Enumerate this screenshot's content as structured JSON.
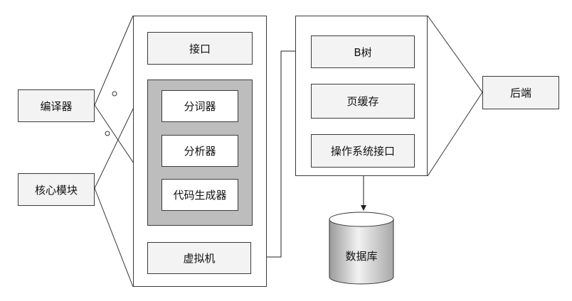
{
  "left": {
    "compiler": "编译器",
    "core": "核心模块"
  },
  "core_panel": {
    "interface": "接口",
    "tokenizer": "分词器",
    "parser": "分析器",
    "codegen": "代码生成器",
    "vm": "虚拟机"
  },
  "backend_panel": {
    "btree": "B树",
    "pager": "页缓存",
    "os_interface": "操作系统接口"
  },
  "backend_label": "后端",
  "database": "数据库"
}
